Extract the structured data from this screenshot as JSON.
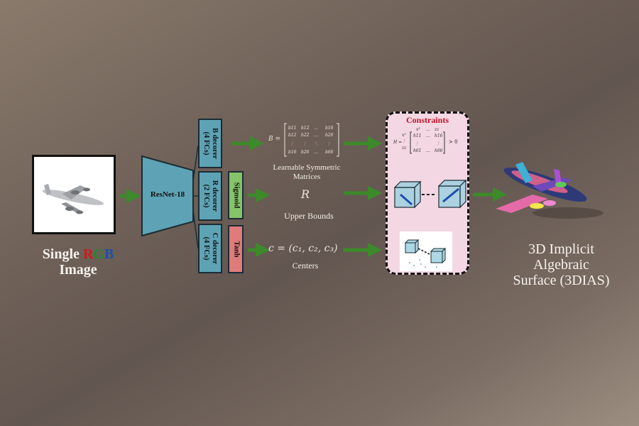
{
  "input": {
    "title_prefix": "Single ",
    "rgb_r": "R",
    "rgb_g": "G",
    "rgb_b": "B",
    "title_line2": "Image"
  },
  "encoder": {
    "label": "ResNet-18"
  },
  "decoders": [
    {
      "label_line1": "B decorer",
      "label_line2": "(4 FCs)"
    },
    {
      "label_line1": "R decorer",
      "label_line2": "(2 FCs)"
    },
    {
      "label_line1": "C decorer",
      "label_line2": "(4 FCs)"
    }
  ],
  "activations": {
    "sigmoid": "Sigmoid",
    "tanh": "Tanh"
  },
  "outputs": {
    "matrix_equation": "B =",
    "matrix_caption_line1": "Learnable Symmetric",
    "matrix_caption_line2": "Matrices",
    "upper_bound_symbol": "R",
    "upper_bound_caption": "Upper Bounds",
    "centers_equation": "c = (c₁, c₂, c₃)",
    "centers_caption": "Centers"
  },
  "constraints": {
    "title": "Constraints",
    "condition": "> 0"
  },
  "result": {
    "line1": "3D Implicit",
    "line2": "Algebraic",
    "line3": "Surface (3DIAS)"
  },
  "colors": {
    "arrow": "#3d8a2a",
    "decoder": "#5ea3b5",
    "sigmoid": "#86c46a",
    "tanh": "#e07b7b",
    "constraints_fill": "#f3d7e2",
    "constraints_title": "#c4112a"
  }
}
